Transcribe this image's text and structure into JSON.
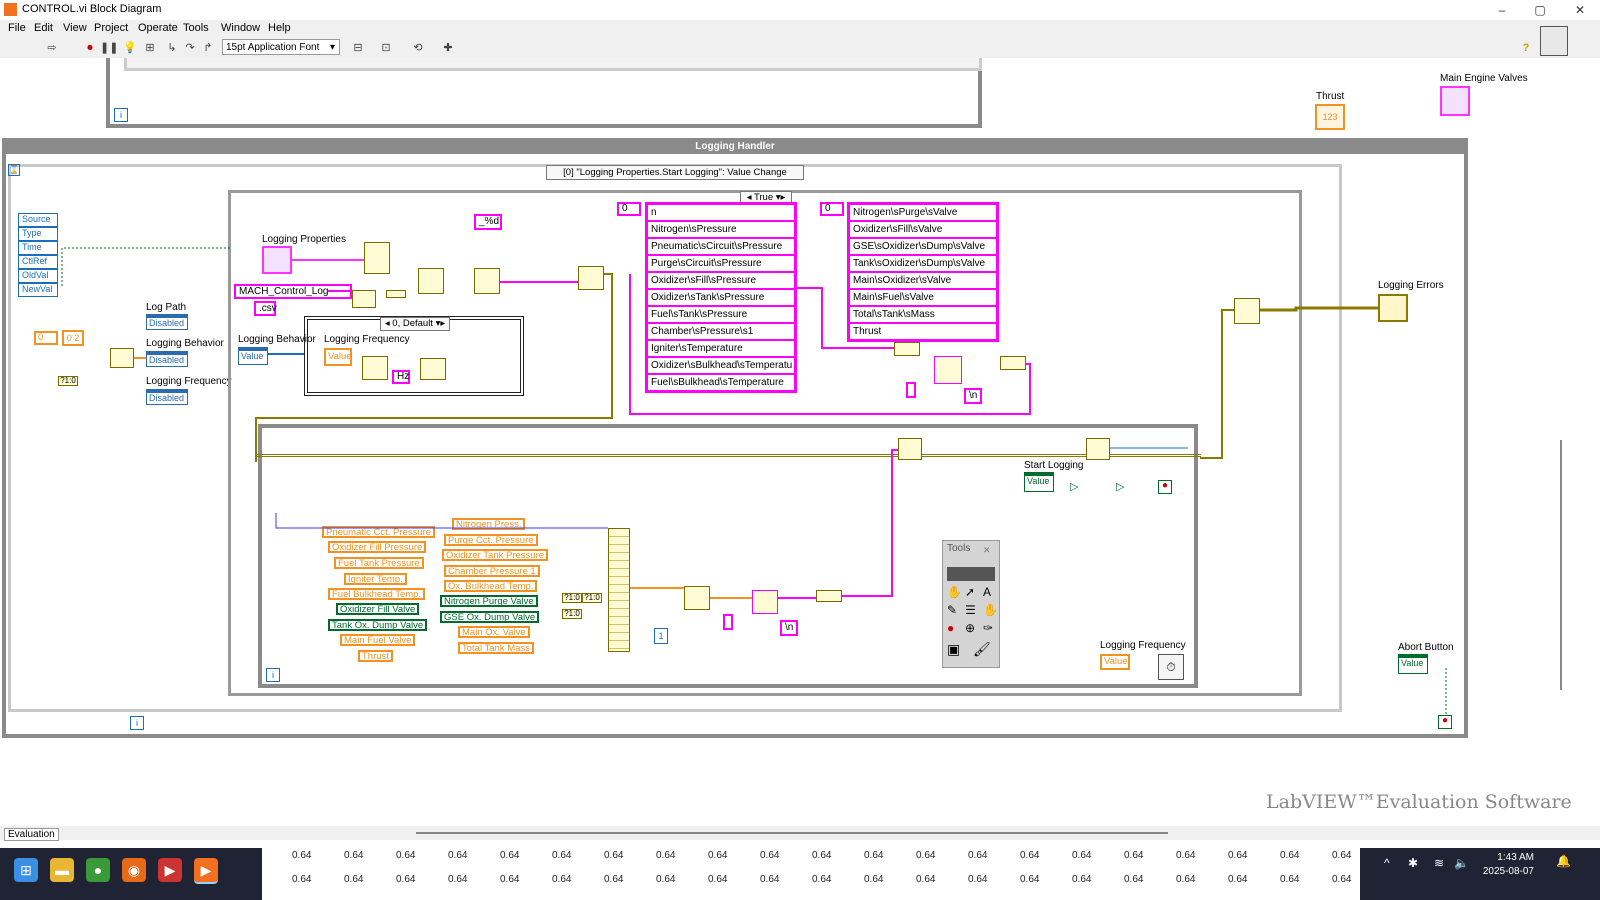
{
  "window": {
    "title": "CONTROL.vi Block Diagram",
    "controls": {
      "minimize": "–",
      "maximize": "▢",
      "close": "✕"
    }
  },
  "menu": [
    "File",
    "Edit",
    "View",
    "Project",
    "Operate",
    "Tools",
    "Window",
    "Help"
  ],
  "toolbar": {
    "font": "15pt Application Font",
    "help": "?"
  },
  "diagram": {
    "top_indicators": {
      "thrust": "Thrust",
      "main_engine_valves": "Main Engine Valves",
      "thrust_value": "123"
    },
    "event_structure_title": "Logging Handler",
    "event_case_selector": "[0] \"Logging Properties.Start Logging\": Value Change",
    "event_data_nodes": [
      "Source",
      "Type",
      "Time",
      "CtlRef",
      "OldVal",
      "NewVal"
    ],
    "left_constants": {
      "zero": "0",
      "array_value": "0",
      "array_value2": "2"
    },
    "log_path": {
      "label": "Log Path",
      "prop": "Disabled"
    },
    "logging_behavior_prop": {
      "label": "Logging Behavior",
      "prop": "Disabled"
    },
    "logging_frequency_prop": {
      "label": "Logging Frequency",
      "prop": "Disabled"
    },
    "inner_case_selector": "True",
    "logging_properties_label": "Logging Properties",
    "format_string": "_%d",
    "file_name": "MACH_Control_Log",
    "file_ext": ".csv",
    "logging_behavior_ctrl": {
      "label": "Logging Behavior",
      "value": "Value"
    },
    "freq_case_selector": "0, Default",
    "logging_frequency_ctrl": {
      "label": "Logging Frequency",
      "value": "Value",
      "unit": "Hz"
    },
    "header_array_index": "0",
    "header_names": [
      "n",
      "Nitrogen\\sPressure",
      "Pneumatic\\sCircuit\\sPressure",
      "Purge\\sCircuit\\sPressure",
      "Oxidizer\\sFill\\sPressure",
      "Oxidizer\\sTank\\sPressure",
      "Fuel\\sTank\\sPressure",
      "Chamber\\sPressure\\s1",
      "Igniter\\sTemperature",
      "Oxidizer\\sBulkhead\\sTemperatu",
      "Fuel\\sBulkhead\\sTemperature"
    ],
    "valve_array_index": "0",
    "valve_names": [
      "Nitrogen\\sPurge\\sValve",
      "Oxidizer\\sFill\\sValve",
      "GSE\\sOxidizer\\sDump\\sValve",
      "Tank\\sOxidizer\\sDump\\sValve",
      "Main\\sOxidizer\\sValve",
      "Main\\sFuel\\sValve",
      "Total\\sTank\\sMass",
      "Thrust"
    ],
    "newline": "\\n",
    "logging_errors_label": "Logging Errors",
    "start_logging": {
      "label": "Start Logging",
      "value": "Value"
    },
    "sensor_locals_left": [
      "Pneumatic Cct. Pressure",
      "Oxidizer Fill Pressure",
      "Fuel Tank Pressure",
      "Igniter Temp.",
      "Fuel Bulkhead Temp.",
      "Oxidizer Fill Valve",
      "Tank Ox. Dump Valve",
      "Main Fuel Valve",
      "Thrust"
    ],
    "sensor_locals_right": [
      "Nitrogen Press.",
      "Purge Cct. Pressure",
      "Oxidizer Tank Pressure",
      "Chamber Pressure 1",
      "Ox. Bulkhead Temp.",
      "Nitrogen Purge Valve",
      "GSE Ox. Dump Valve",
      "Main Ox. Valve",
      "Total Tank Mass"
    ],
    "bool_to_num": "?1:0",
    "constant_one": "1",
    "loop_freq": {
      "label": "Logging Frequency",
      "value": "Value"
    },
    "abort": {
      "label": "Abort Button",
      "value": "Value"
    },
    "iteration": "i",
    "tools_palette_title": "Tools",
    "watermark": "LabVIEW™Evaluation Software"
  },
  "status": {
    "tab": "Evaluation"
  },
  "taskbar": {
    "time": "1:43 AM",
    "date": "2025-08-07",
    "strip_value": "0.64"
  },
  "colors": {
    "string_wire": "#ff00ff",
    "numeric_orange": "#f39121",
    "bool_green": "#006b2b",
    "cluster_olive": "#8c7a00",
    "error_wire": "#8c7a00"
  }
}
